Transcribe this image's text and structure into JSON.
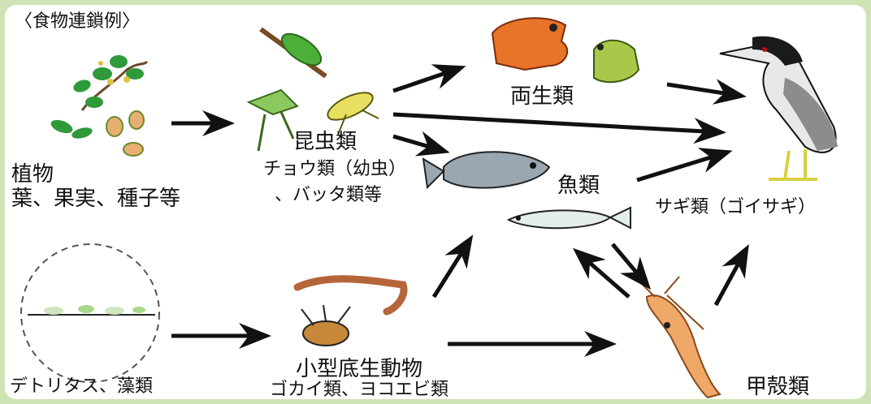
{
  "title": "〈食物連鎖例〉",
  "nodes": {
    "plants": {
      "line1": "植物",
      "line2": "葉、果実、種子等"
    },
    "insects": {
      "line1": "昆虫類",
      "line2": "チョウ類（幼虫）",
      "line3": "、バッタ類等"
    },
    "amphibians": {
      "line1": "両生類"
    },
    "fish": {
      "line1": "魚類"
    },
    "herons": {
      "line1": "サギ類（ゴイサギ）"
    },
    "detritus": {
      "line1": "デトリタス、藻類"
    },
    "benthos": {
      "line1": "小型底生動物",
      "line2": "ゴカイ類、ヨコエビ類"
    },
    "crustaceans": {
      "line1": "甲殻類"
    }
  },
  "colors": {
    "background_frame": "#cfe3b4",
    "arrow": "#111111",
    "frog_orange": "#e8742a",
    "frog_green": "#a9c84a",
    "leaf_green": "#2e9a3a",
    "heron_gray": "#8c8c8c",
    "shrimp": "#f0a868",
    "worm": "#b5653a"
  }
}
